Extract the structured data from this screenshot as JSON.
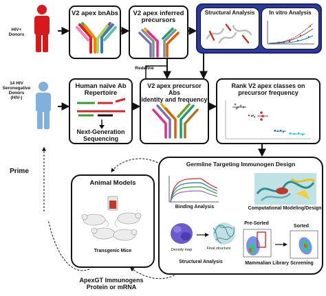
{
  "donors": {
    "hiv_positive": "HIV+\nDonors",
    "seronegative": "14 HIV\nSeronegative\nDonors\n(HIV-)"
  },
  "row1": {
    "bnabs_title": "V2 apex bnAbs",
    "inferred_title": "V2 apex inferred\nprecursors",
    "structural_title": "Structural Analysis",
    "invitro_title": "In vitro Analysis",
    "redefine_label": "Redefine"
  },
  "row2": {
    "repertoire_title": "Human naïve Ab\nRepertoire",
    "ngs_label": "Next-Generation\nSequencing",
    "precursor_abs_title": "V2 apex precursor Abs\nidentity and frequency",
    "rank_title": "Rank V2 apex classes on\nprecursor frequency"
  },
  "prime_label": "Prime",
  "animal": {
    "title": "Animal Models",
    "mice_label": "Transgenic Mice"
  },
  "germline": {
    "title": "Germline Targeting Immunogen Design",
    "binding_label": "Binding Analysis",
    "modeling_label": "Computational Modeling/Design",
    "structural_label": "Structural Analysis",
    "density_label": "Density map",
    "final_label": "Final structure",
    "presorted_label": "Pre-Sorted",
    "sorted_label": "Sorted",
    "screening_label": "Mammalian Library Screening"
  },
  "immunogens_label": "ApexGT Immunogens\nProtein or mRNA",
  "colors": {
    "donor_red": "#d7191c",
    "donor_blue": "#7fb1dc",
    "highlight_box": "#2b3a9e",
    "arrow": "#111111"
  }
}
